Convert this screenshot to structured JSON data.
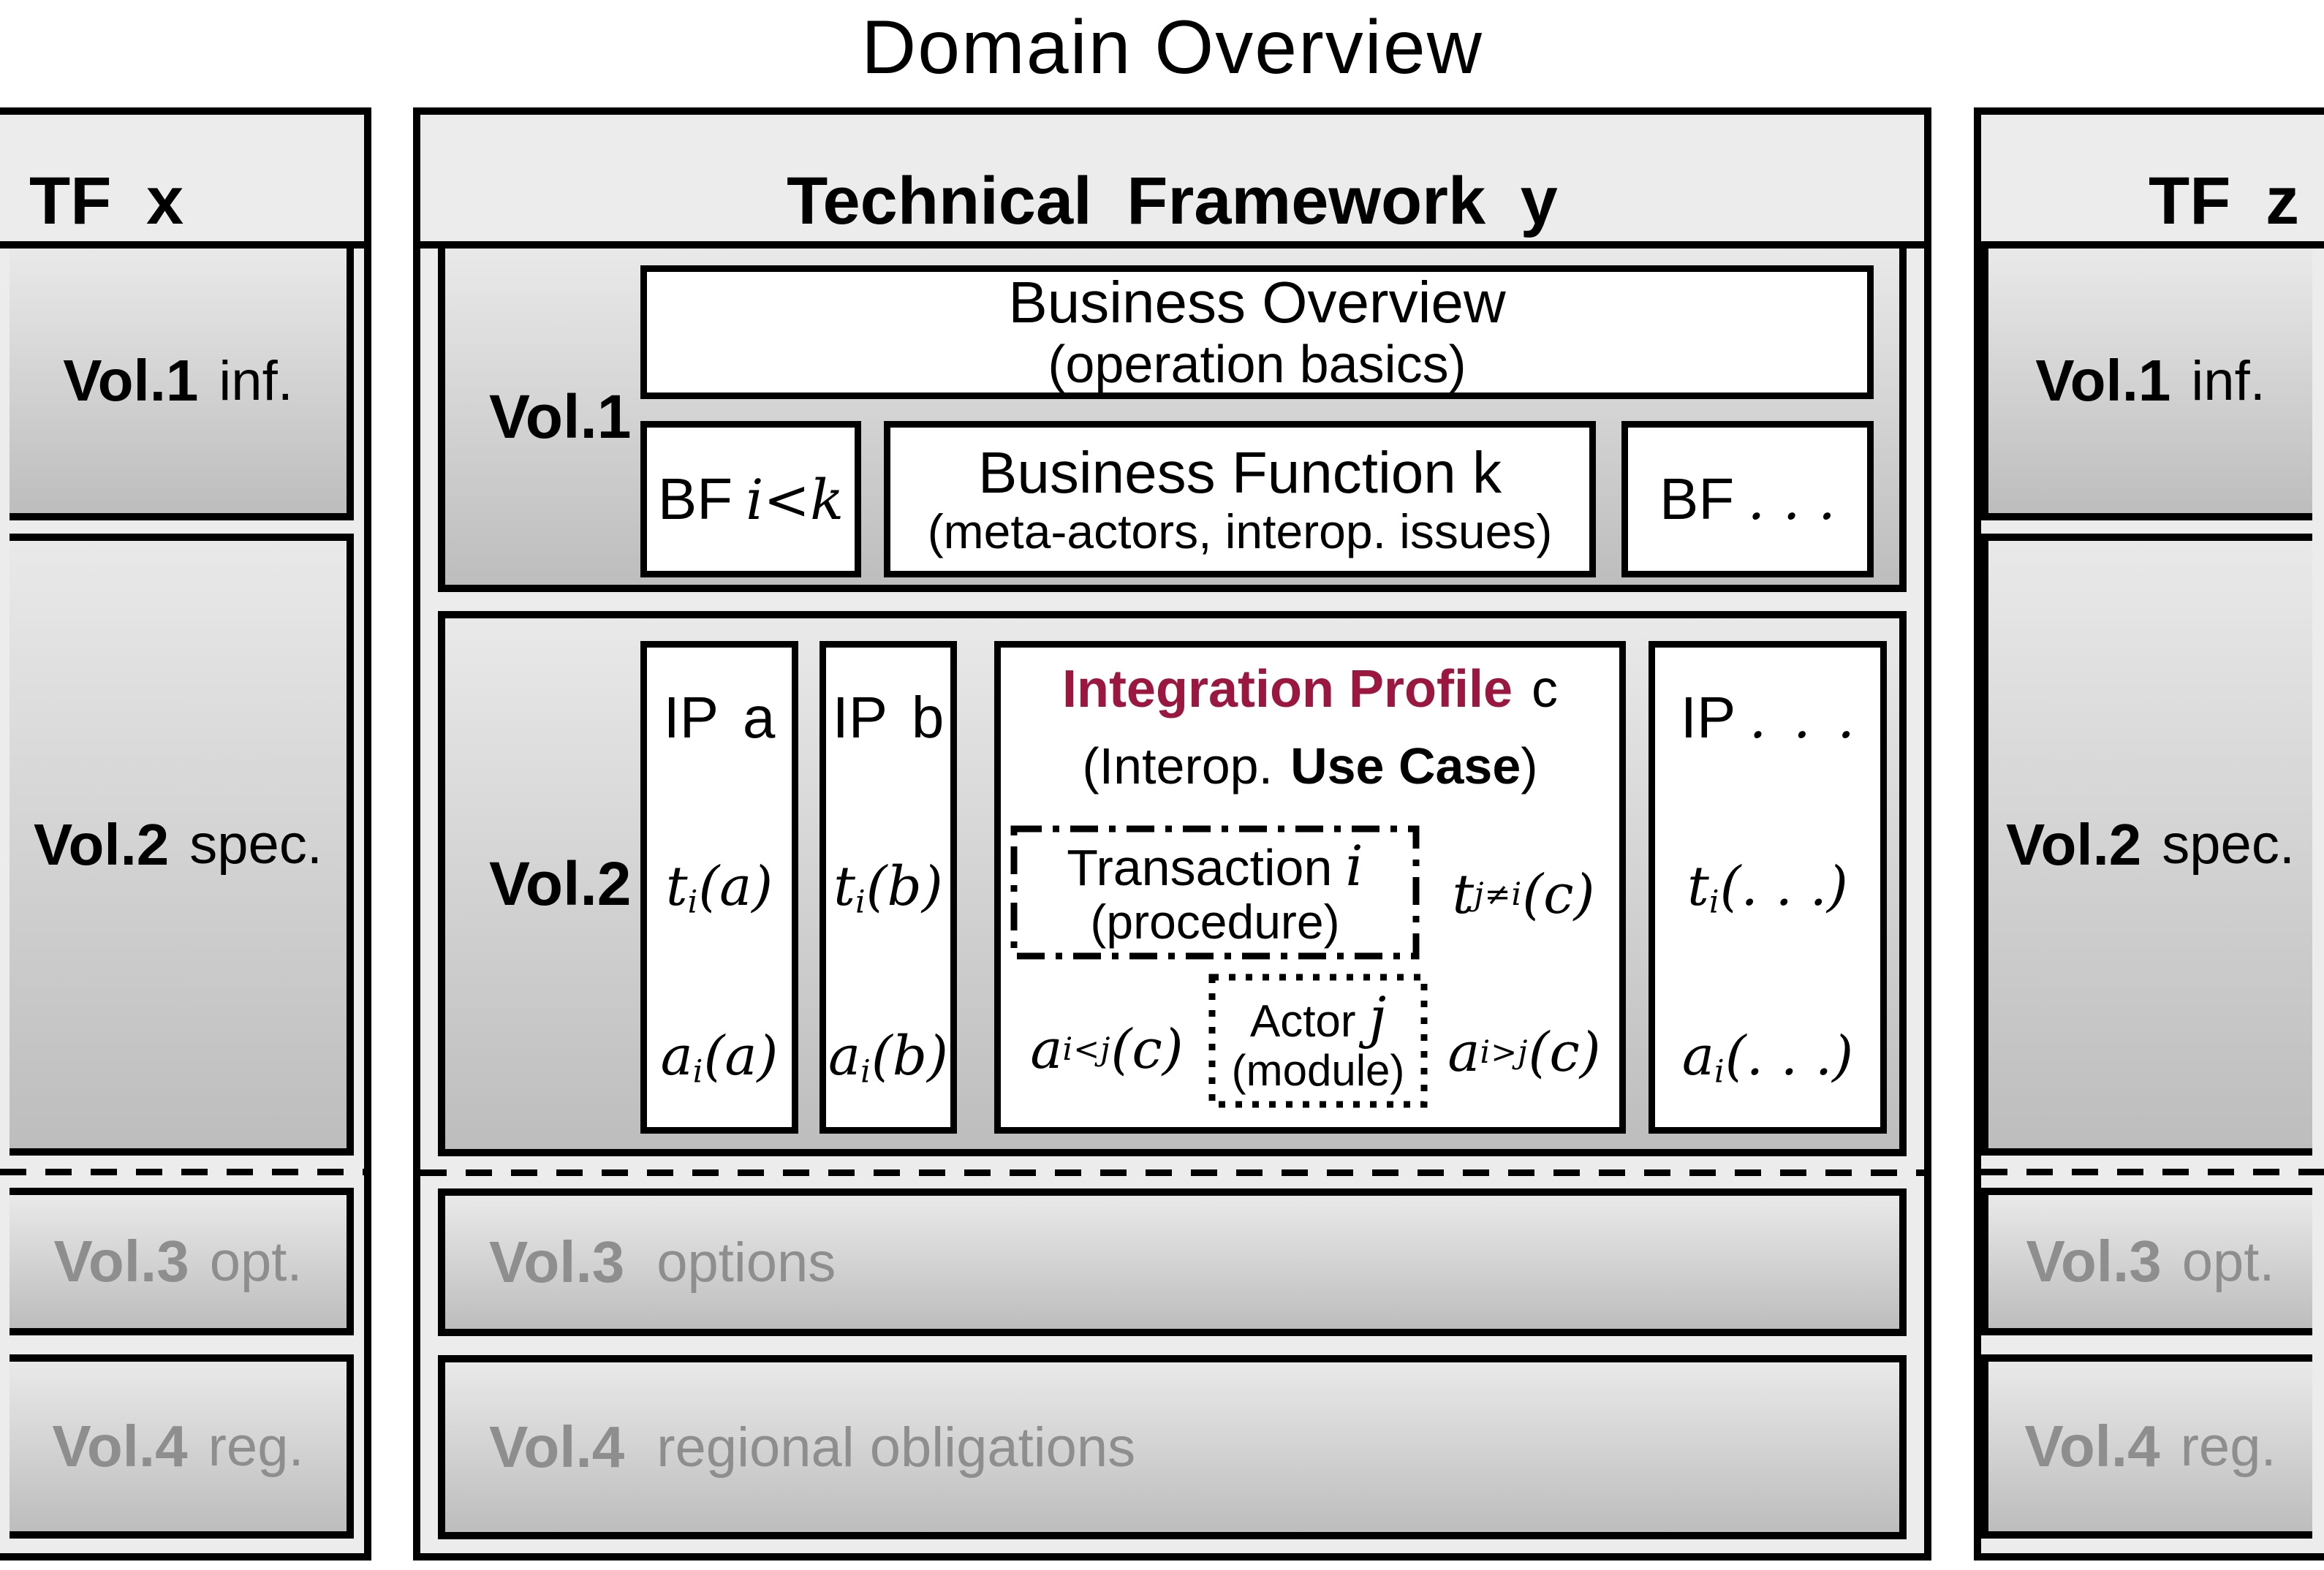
{
  "title": "Domain Overview",
  "colors": {
    "accent_maroon": "#9b1740",
    "muted_gray": "#8e8e8e",
    "panel_bg": "#ececec",
    "grad_top": "#e9e9e9",
    "grad_bottom": "#bdbdbd"
  },
  "left_panel": {
    "header": "TF x",
    "vol1": {
      "bold": "Vol.1",
      "suffix": "inf."
    },
    "vol2": {
      "bold": "Vol.2",
      "suffix": "spec."
    },
    "vol3": {
      "bold": "Vol.3",
      "suffix": "opt."
    },
    "vol4": {
      "bold": "Vol.4",
      "suffix": "reg."
    }
  },
  "center_panel": {
    "header": "Technical Framework y",
    "vol1": {
      "label": "Vol.1",
      "business_overview": {
        "title": "Business Overview",
        "subtitle": "(operation basics)"
      },
      "bf_prev": {
        "text": "BF",
        "math": "i<k"
      },
      "business_function": {
        "title": "Business Function k",
        "subtitle": "(meta-actors, interop. issues)"
      },
      "bf_next": {
        "text": "BF",
        "math": ". . ."
      }
    },
    "vol2": {
      "label": "Vol.2",
      "ip_a": {
        "title": "IP a",
        "t_base": "t",
        "t_sub": "i",
        "t_rest": "(a)",
        "a_base": "a",
        "a_sub": "i",
        "a_rest": "(a)"
      },
      "ip_b": {
        "title": "IP b",
        "t_base": "t",
        "t_sub": "i",
        "t_rest": "(b)",
        "a_base": "a",
        "a_sub": "i",
        "a_rest": "(b)"
      },
      "ip_c": {
        "title_accent": "Integration Profile",
        "title_suffix": "c",
        "subtitle_open": "(Interop.",
        "subtitle_bold": "Use Case",
        "subtitle_close": ")",
        "transaction": {
          "text": "Transaction",
          "math": "i",
          "subtitle": "(procedure)"
        },
        "t_other": {
          "base": "t",
          "sub": "j≠i",
          "rest": "(c)"
        },
        "a_before": {
          "base": "a",
          "sub": "i<j",
          "rest": "(c)"
        },
        "actor": {
          "text": "Actor",
          "math": "j",
          "subtitle": "(module)"
        },
        "a_after": {
          "base": "a",
          "sub": "i>j",
          "rest": "(c)"
        }
      },
      "ip_more": {
        "title_text": "IP",
        "title_math": ". . .",
        "t_base": "t",
        "t_sub": "i",
        "t_rest": "(. . .)",
        "a_base": "a",
        "a_sub": "i",
        "a_rest": "(. . .)"
      }
    },
    "vol3": {
      "bold": "Vol.3",
      "suffix": "options"
    },
    "vol4": {
      "bold": "Vol.4",
      "suffix": "regional obligations"
    }
  },
  "right_panel": {
    "header": "TF z",
    "vol1": {
      "bold": "Vol.1",
      "suffix": "inf."
    },
    "vol2": {
      "bold": "Vol.2",
      "suffix": "spec."
    },
    "vol3": {
      "bold": "Vol.3",
      "suffix": "opt."
    },
    "vol4": {
      "bold": "Vol.4",
      "suffix": "reg."
    }
  }
}
